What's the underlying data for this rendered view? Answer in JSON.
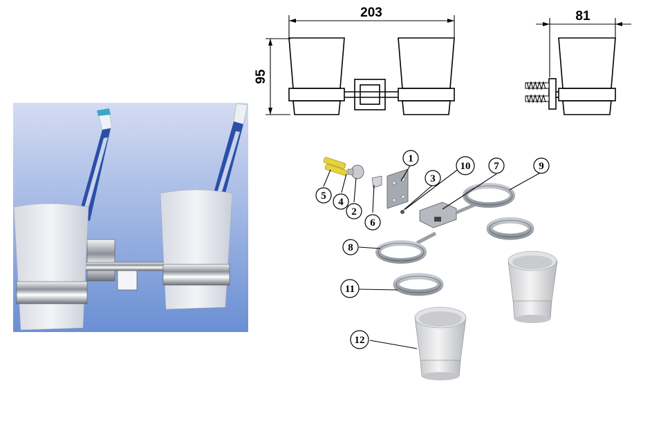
{
  "drawing": {
    "front_view": {
      "width_label": "203",
      "height_label": "95"
    },
    "side_view": {
      "depth_label": "81"
    }
  },
  "exploded_view": {
    "callouts": [
      "1",
      "2",
      "3",
      "4",
      "5",
      "6",
      "7",
      "8",
      "9",
      "10",
      "11",
      "12"
    ]
  },
  "colors": {
    "photo_sky_top": "#c9d3ee",
    "photo_sky_bottom": "#6e93d6",
    "glass": "#e6e9ee",
    "chrome": "#b9bcc2",
    "toothbrush_blue": "#2a4fa8",
    "anchor_yellow": "#e8d23a",
    "part_grey": "#9ea3aa"
  }
}
